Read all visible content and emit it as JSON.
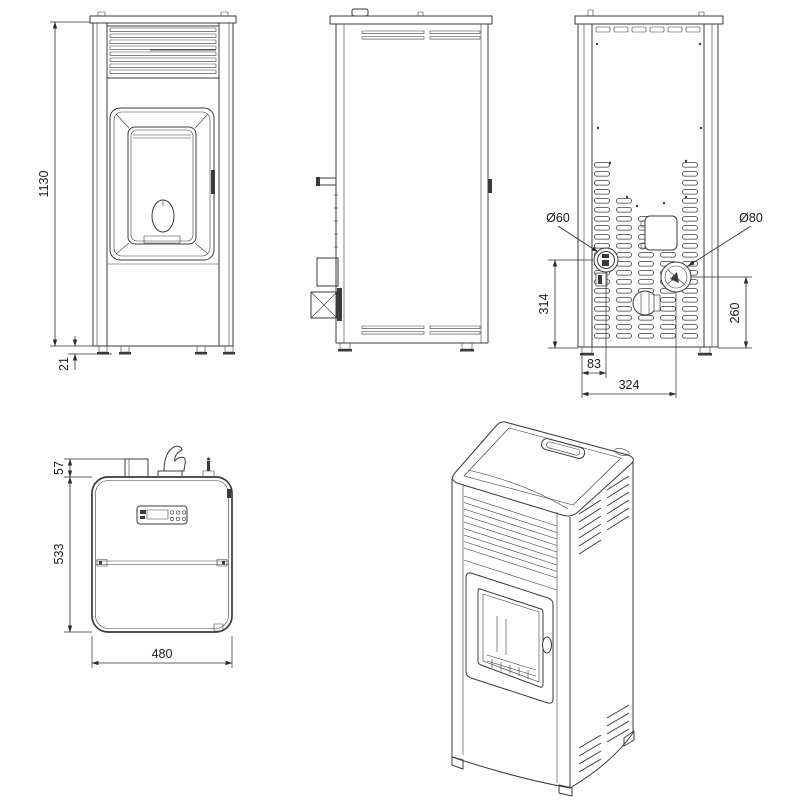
{
  "page": {
    "background": "#ffffff",
    "line_color": "#3b3b3b",
    "dim_color": "#2b2b2b",
    "text_color": "#1c1c1c"
  },
  "views": {
    "front": {
      "dim_height": "1130",
      "dim_plinth": "21"
    },
    "back": {
      "dim_air_intake": "Ø60",
      "dim_flue": "Ø80",
      "dim_intake_height": "314",
      "dim_flue_height": "260",
      "dim_intake_offset": "83",
      "dim_flue_offset": "324"
    },
    "top": {
      "dim_pipe": "57",
      "dim_depth": "533",
      "dim_width": "480"
    }
  }
}
